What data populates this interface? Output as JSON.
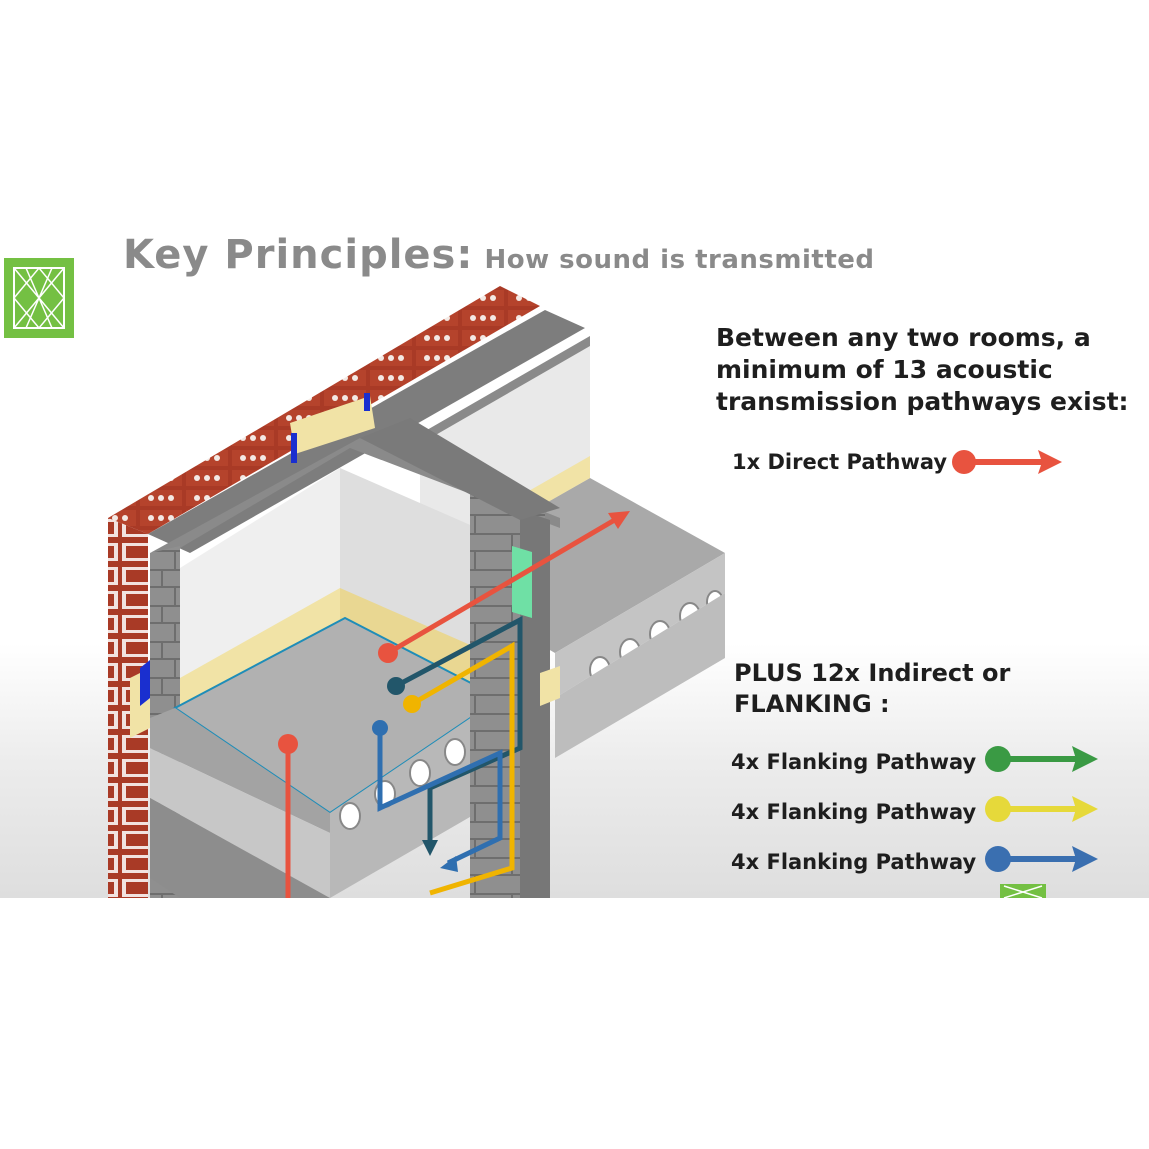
{
  "slide": {
    "title": "Key Principles:",
    "subtitle": "How sound is transmitted"
  },
  "intro_text": "Between any two rooms, a minimum of 13 acoustic transmission pathways exist:",
  "direct": {
    "label": "1x Direct Pathway",
    "color": "#e8533f"
  },
  "plus_text": "PLUS 12x Indirect or FLANKING :",
  "flanking": [
    {
      "label": "4x Flanking Pathway",
      "color": "#3a9a44"
    },
    {
      "label": "4x Flanking Pathway",
      "color": "#e6d93a"
    },
    {
      "label": "4x Flanking Pathway",
      "color": "#3a6fb0"
    }
  ],
  "colors": {
    "brick": "#a93a26",
    "block": "#8c8c8c",
    "slab": "#b3b3b3",
    "insulation": "#f1e3a6",
    "logo": "#74c043",
    "path_teal": "#22566a",
    "path_yellow": "#f0b400",
    "path_blue": "#2f6fb0",
    "path_red": "#e8533f"
  },
  "icons": [
    "logo-icon",
    "direct-arrow-icon",
    "green-arrow-icon",
    "yellow-arrow-icon",
    "blue-arrow-icon"
  ]
}
